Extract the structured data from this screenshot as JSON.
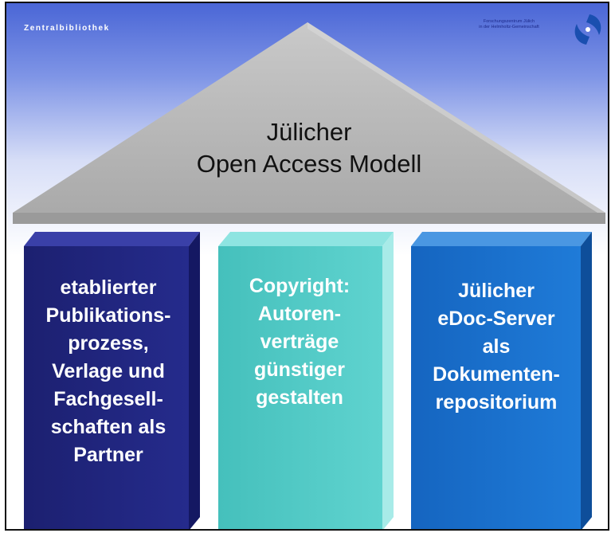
{
  "header": {
    "left": "Zentralbibliothek",
    "right_line1": "Forschungszentrum Jülich",
    "right_line2": "in der Helmholtz-Gemeinschaft"
  },
  "roof": {
    "line1": "Jülicher",
    "line2": "Open Access Modell"
  },
  "pillars": [
    {
      "lines": [
        "etablierter",
        "Publikations-",
        "prozess,",
        "Verlage und",
        "Fachgesell-",
        "schaften als",
        "Partner"
      ],
      "color": "#1f2477"
    },
    {
      "lines": [
        "Copyright:",
        "Autoren-",
        "verträge",
        "günstiger",
        "gestalten"
      ],
      "color": "#4ec8c4"
    },
    {
      "lines": [
        "Jülicher",
        "eDoc-Server",
        "als",
        "Dokumenten-",
        "repositorium"
      ],
      "color": "#1a6fc8"
    }
  ],
  "colors": {
    "roof": "#b3b3b3",
    "background_top": "#4a66d6"
  }
}
